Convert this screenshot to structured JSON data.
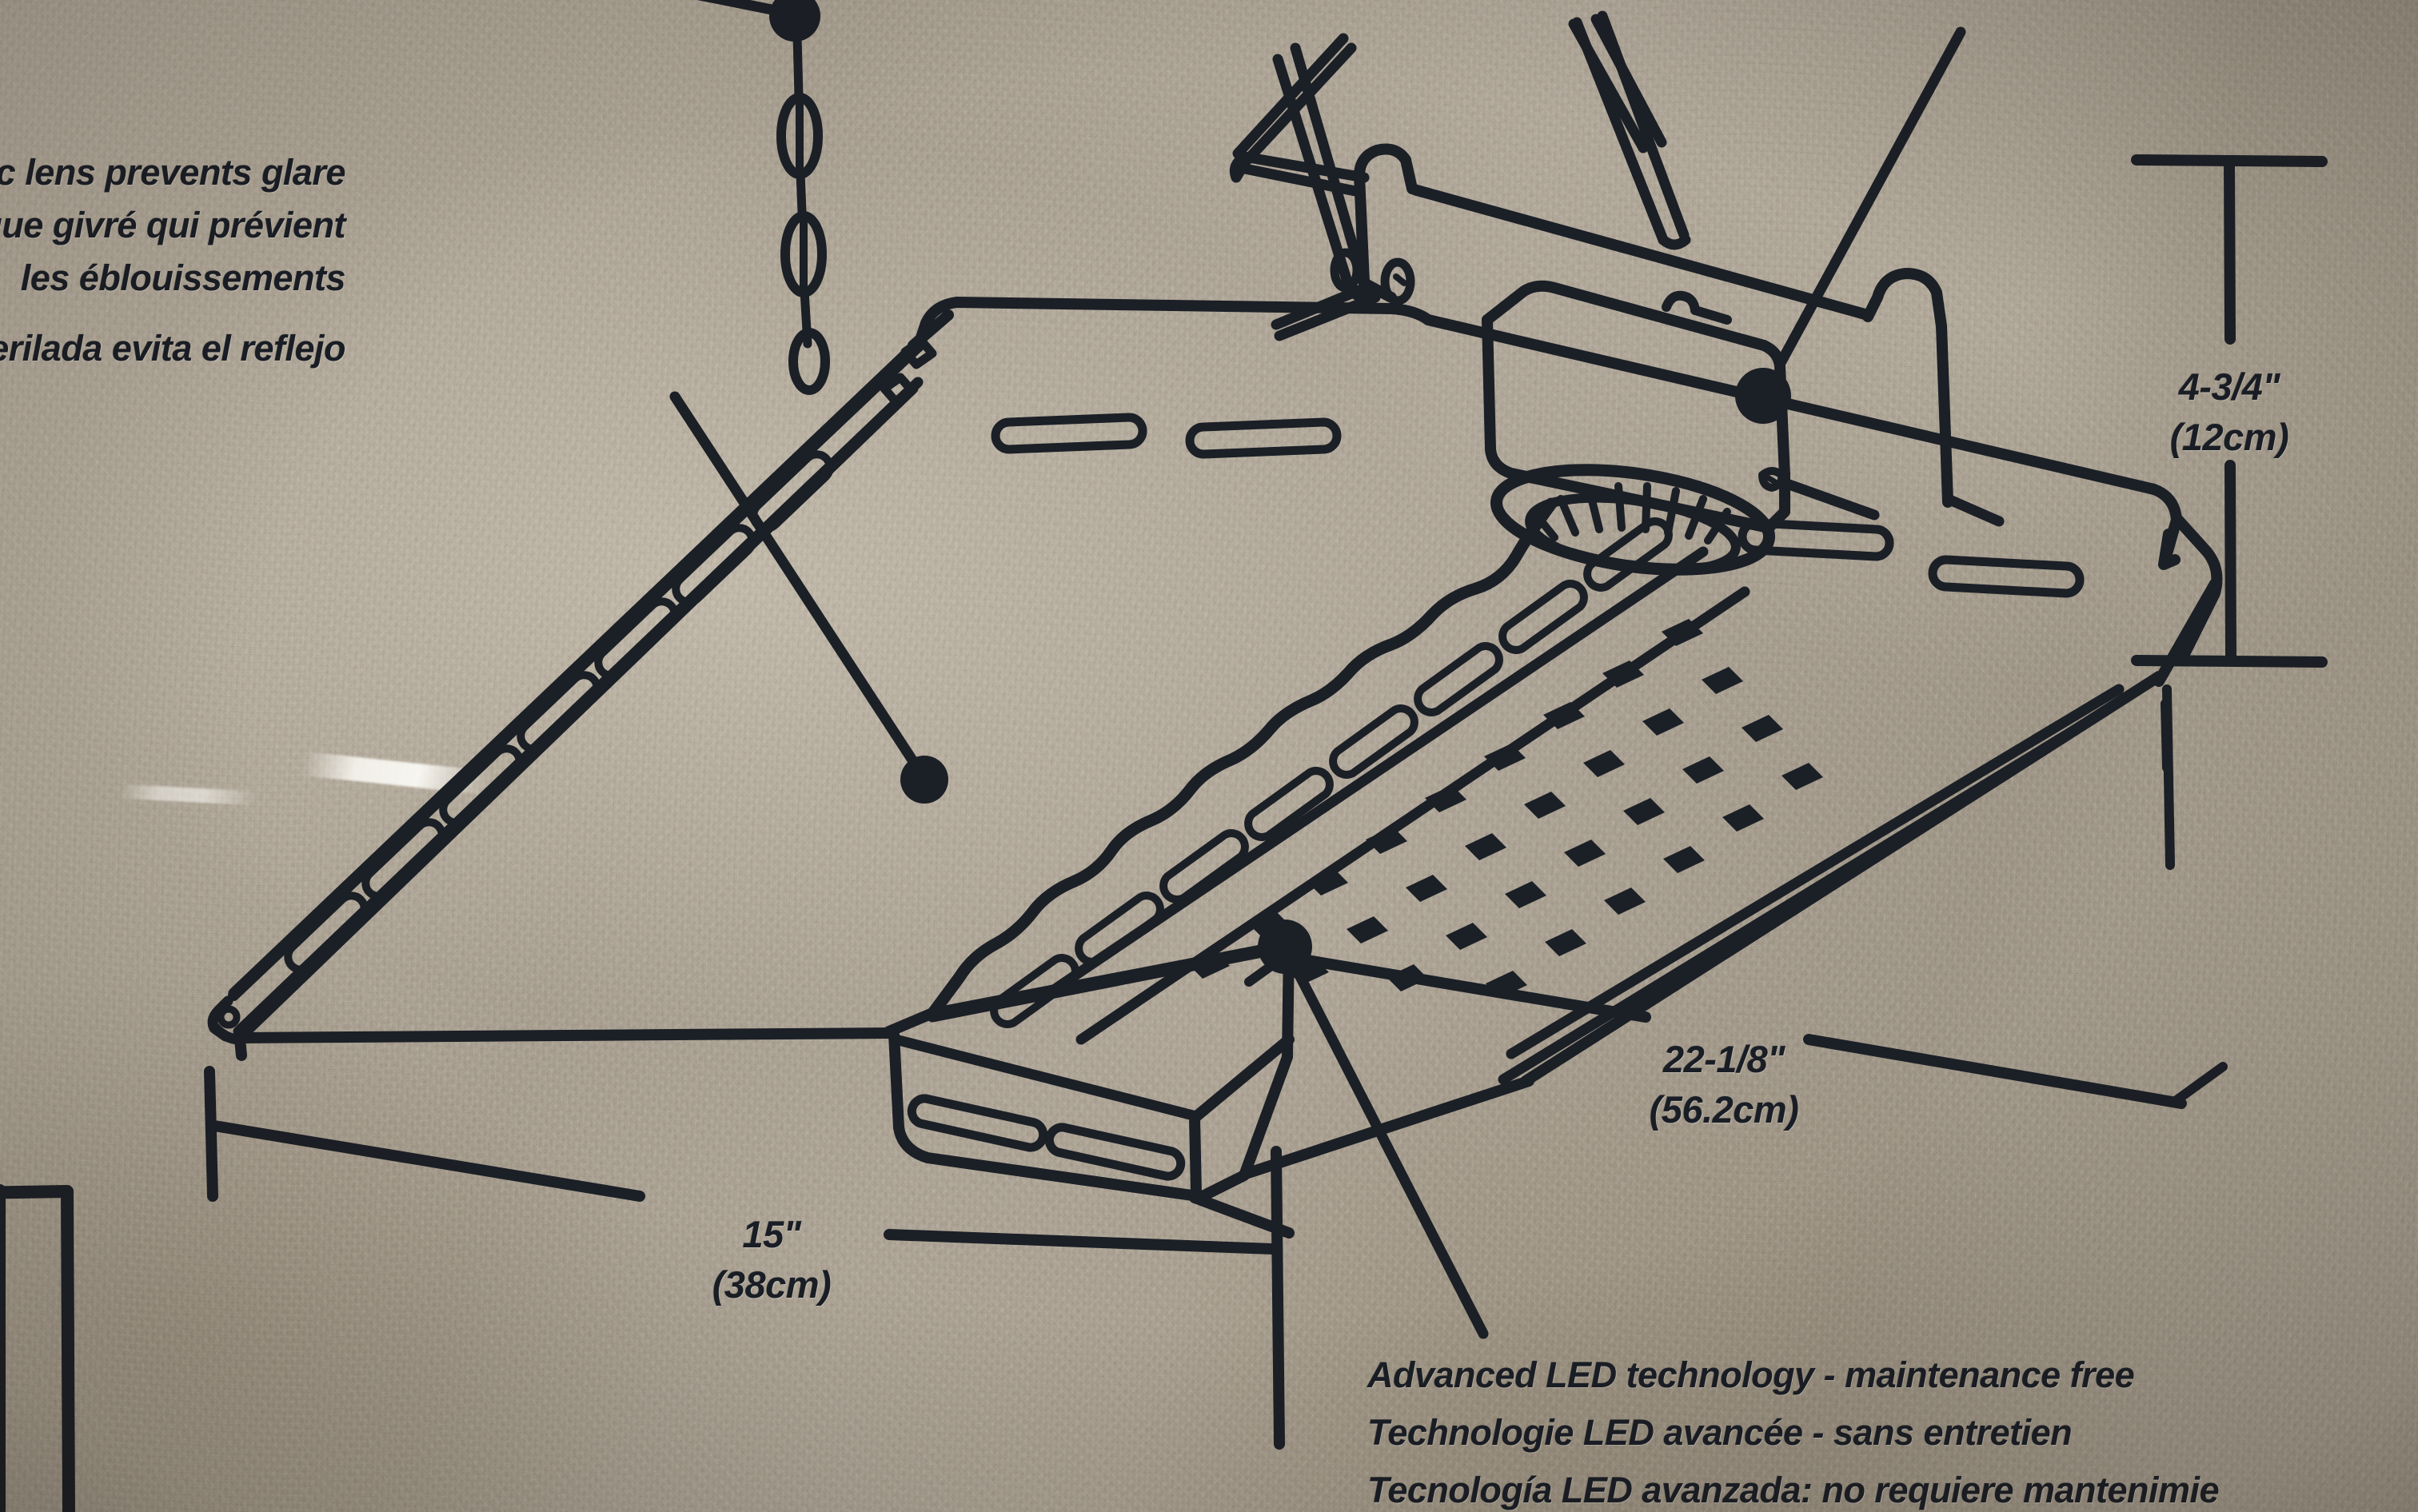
{
  "surface": {
    "material": "corrugated-cardboard",
    "base_color": "#ada496",
    "ink_color": "#1b1f26"
  },
  "callouts": {
    "lens": {
      "name": "frosted-acrylic-lens-callout",
      "line_en": "sted acrylic lens prevents glare",
      "line_fr_1": "e en acrylique givré qui prévient",
      "line_fr_2": "les éblouissements",
      "line_es": "de acrílico esmerilada evita el reflejo"
    },
    "led": {
      "name": "advanced-led-technology-callout",
      "line_en": "Advanced LED technology - maintenance free",
      "line_fr": "Technologie LED avancée - sans entretien",
      "line_es": "Tecnología LED avanzada: no requiere mantenimie"
    }
  },
  "dimensions": {
    "height": {
      "name": "fixture-height",
      "imperial": "4-3/4\"",
      "metric": "(12cm)"
    },
    "width": {
      "name": "fixture-length",
      "imperial": "22-1/8\"",
      "metric": "(56.2cm)"
    },
    "depth": {
      "name": "fixture-width",
      "imperial": "15\"",
      "metric": "(38cm)"
    }
  },
  "product": {
    "type": "led-shop-light",
    "features": [
      "hanging-chain",
      "v-hanger-brackets",
      "occupancy-sensor-module",
      "frosted-acrylic-lens",
      "slot-vents",
      "led-diode-array"
    ]
  }
}
